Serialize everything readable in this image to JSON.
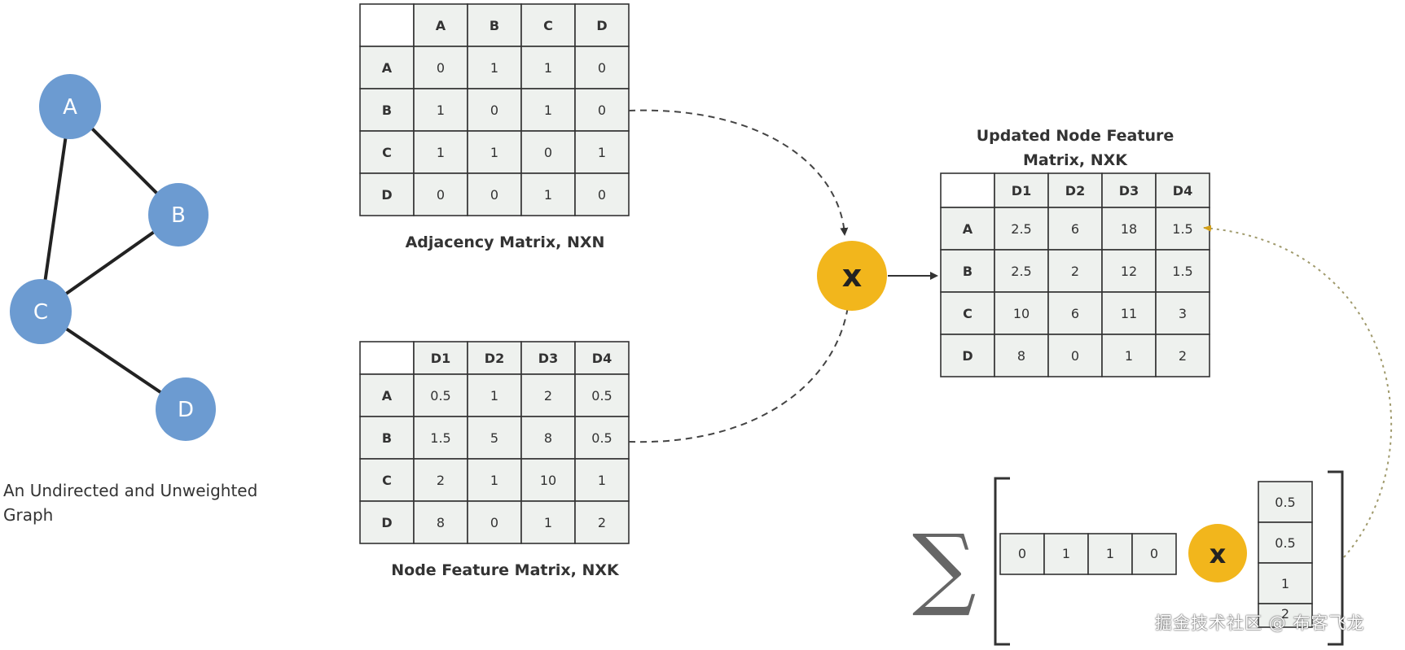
{
  "graph": {
    "nodes": [
      "A",
      "B",
      "C",
      "D"
    ],
    "edges": [
      [
        "A",
        "B"
      ],
      [
        "A",
        "C"
      ],
      [
        "B",
        "C"
      ],
      [
        "C",
        "D"
      ]
    ],
    "caption_line1": "An Undirected and Unweighted",
    "caption_line2": "Graph",
    "node_color": "#6c9bd1"
  },
  "adjacency": {
    "caption": "Adjacency Matrix, NXN",
    "columns": [
      "A",
      "B",
      "C",
      "D"
    ],
    "rows": [
      {
        "label": "A",
        "values": [
          "0",
          "1",
          "1",
          "0"
        ]
      },
      {
        "label": "B",
        "values": [
          "1",
          "0",
          "1",
          "0"
        ]
      },
      {
        "label": "C",
        "values": [
          "1",
          "1",
          "0",
          "1"
        ]
      },
      {
        "label": "D",
        "values": [
          "0",
          "0",
          "1",
          "0"
        ]
      }
    ]
  },
  "features": {
    "caption": "Node Feature Matrix, NXK",
    "columns": [
      "D1",
      "D2",
      "D3",
      "D4"
    ],
    "rows": [
      {
        "label": "A",
        "values": [
          "0.5",
          "1",
          "2",
          "0.5"
        ]
      },
      {
        "label": "B",
        "values": [
          "1.5",
          "5",
          "8",
          "0.5"
        ]
      },
      {
        "label": "C",
        "values": [
          "2",
          "1",
          "10",
          "1"
        ]
      },
      {
        "label": "D",
        "values": [
          "8",
          "0",
          "1",
          "2"
        ]
      }
    ]
  },
  "updated": {
    "caption_line1": "Updated Node Feature",
    "caption_line2": "Matrix, NXK",
    "columns": [
      "D1",
      "D2",
      "D3",
      "D4"
    ],
    "rows": [
      {
        "label": "A",
        "values": [
          "2.5",
          "6",
          "18",
          "1.5"
        ]
      },
      {
        "label": "B",
        "values": [
          "2.5",
          "2",
          "12",
          "1.5"
        ]
      },
      {
        "label": "C",
        "values": [
          "10",
          "6",
          "11",
          "3"
        ]
      },
      {
        "label": "D",
        "values": [
          "8",
          "0",
          "1",
          "2"
        ]
      }
    ]
  },
  "operator": {
    "symbol": "x",
    "color": "#f2b61c"
  },
  "sum_example": {
    "sigma": "∑",
    "row_vector": [
      "0",
      "1",
      "1",
      "0"
    ],
    "col_vector": [
      "0.5",
      "0.5",
      "1",
      "2"
    ]
  },
  "watermark": "掘金技术社区 @ 布客飞龙",
  "colors": {
    "cell_fill": "#eef1ee",
    "grid_line": "#333333",
    "arrow": "#444444",
    "dotted_arrow": "#a09a6c"
  }
}
